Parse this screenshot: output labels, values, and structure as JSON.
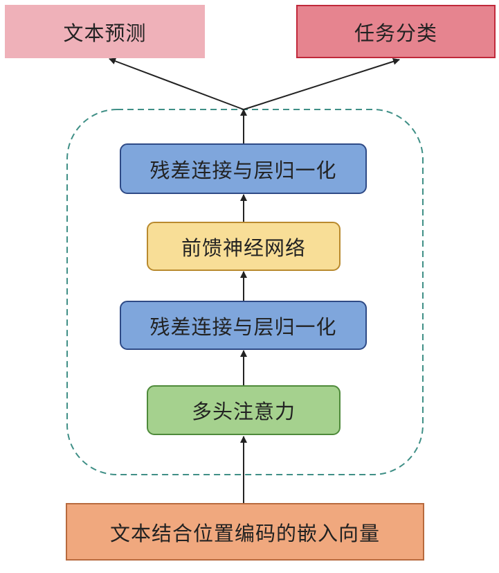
{
  "nodes": {
    "text_prediction": {
      "label": "文本预测",
      "fill": "#EFB1B9"
    },
    "task_classification": {
      "label": "任务分类",
      "fill": "#E6848F",
      "stroke": "#C0283A"
    },
    "residual_norm_top": {
      "label": "残差连接与层归一化",
      "fill": "#7FA6DC",
      "stroke": "#2E4A86"
    },
    "feed_forward": {
      "label": "前馈神经网络",
      "fill": "#F8DE97",
      "stroke": "#B98A2E"
    },
    "residual_norm_bottom": {
      "label": "残差连接与层归一化",
      "fill": "#7FA6DC",
      "stroke": "#2E4A86"
    },
    "multi_head_attention": {
      "label": "多头注意力",
      "fill": "#A5D18E",
      "stroke": "#4E8A3A"
    },
    "input_embedding": {
      "label": "文本结合位置编码的嵌入向量",
      "fill": "#F0A87E",
      "stroke": "#B86A3E"
    }
  },
  "edges": [
    {
      "from": "input_embedding",
      "to": "multi_head_attention"
    },
    {
      "from": "multi_head_attention",
      "to": "residual_norm_bottom"
    },
    {
      "from": "residual_norm_bottom",
      "to": "feed_forward"
    },
    {
      "from": "feed_forward",
      "to": "residual_norm_top"
    },
    {
      "from": "residual_norm_top",
      "to": "text_prediction"
    },
    {
      "from": "residual_norm_top",
      "to": "task_classification"
    }
  ],
  "colors": {
    "dashed_group": "#3F8F86",
    "arrow": "#222222"
  }
}
